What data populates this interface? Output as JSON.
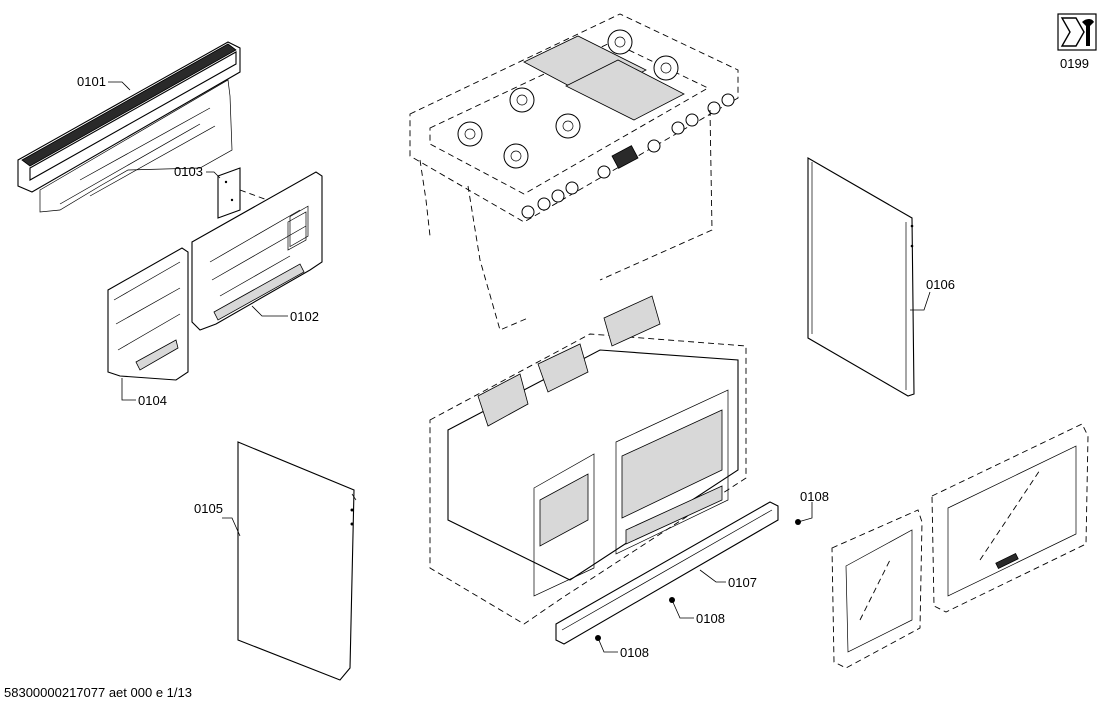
{
  "labels": {
    "p0101": "0101",
    "p0102": "0102",
    "p0103": "0103",
    "p0104": "0104",
    "p0105": "0105",
    "p0106": "0106",
    "p0107": "0107",
    "p0108a": "0108",
    "p0108b": "0108",
    "p0108c": "0108",
    "p0199": "0199"
  },
  "footer": {
    "doc_code": "58300000217077 aet 000 e 1/13"
  },
  "icons": {
    "service": "wrench-service-icon"
  }
}
